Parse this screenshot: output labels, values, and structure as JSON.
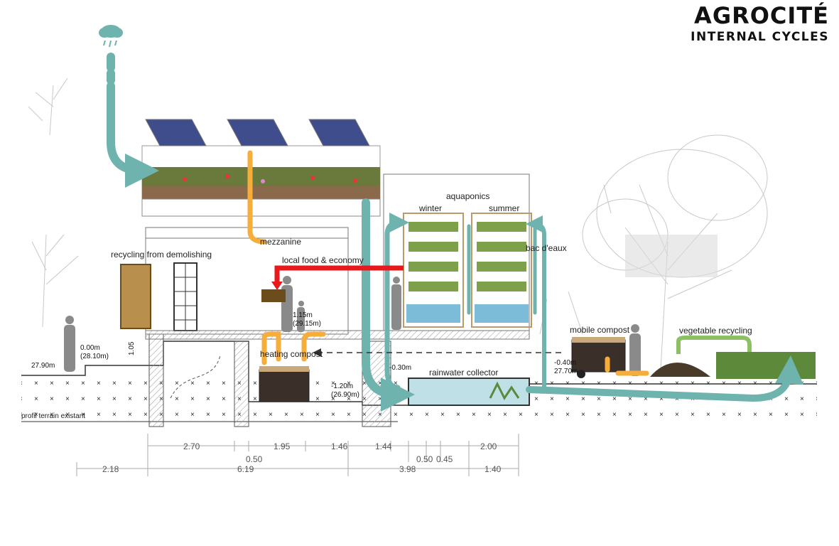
{
  "title": "AGROCITÉ",
  "subtitle": "INTERNAL CYCLES",
  "labels": {
    "aquaponics": "aquaponics",
    "winter": "winter",
    "summer": "summer",
    "mezzanine": "mezzanine",
    "recycling_demolishing": "recycling from demolishing",
    "local_food": "local food & economy",
    "mobile_compost": "mobile compost",
    "vegetable_recycling": "vegetable recycling",
    "heating_compost": "heating compost",
    "rainwater_collector": "rainwater collector",
    "profil_terrain": "profil terrain existant",
    "bac_eaux": "bac d'eaux"
  },
  "levels": {
    "l1": "27.90m",
    "l2a": "0.00m",
    "l2b": "(28.10m)",
    "l3": "1.05",
    "l4a": "1.15m",
    "l4b": "(29.15m)",
    "l5": "-0.30m",
    "l6a": "-1.20m",
    "l6b": "(26.90m)",
    "l7a": "-0.40m",
    "l7b": "27.70m"
  },
  "dimensions": {
    "row1": [
      "2.70",
      "1.95",
      "1.46",
      "1.44",
      "2.00"
    ],
    "row2": [
      "0.50",
      "0.50",
      "0.45"
    ],
    "row3": [
      "2.18",
      "6.19",
      "3.98",
      "1.40"
    ]
  },
  "colors": {
    "water": "#6fb3ae",
    "heat": "#f6ad3a",
    "food": "#e8191c",
    "green": "#8cc063",
    "grey": "#9b9b9b"
  }
}
